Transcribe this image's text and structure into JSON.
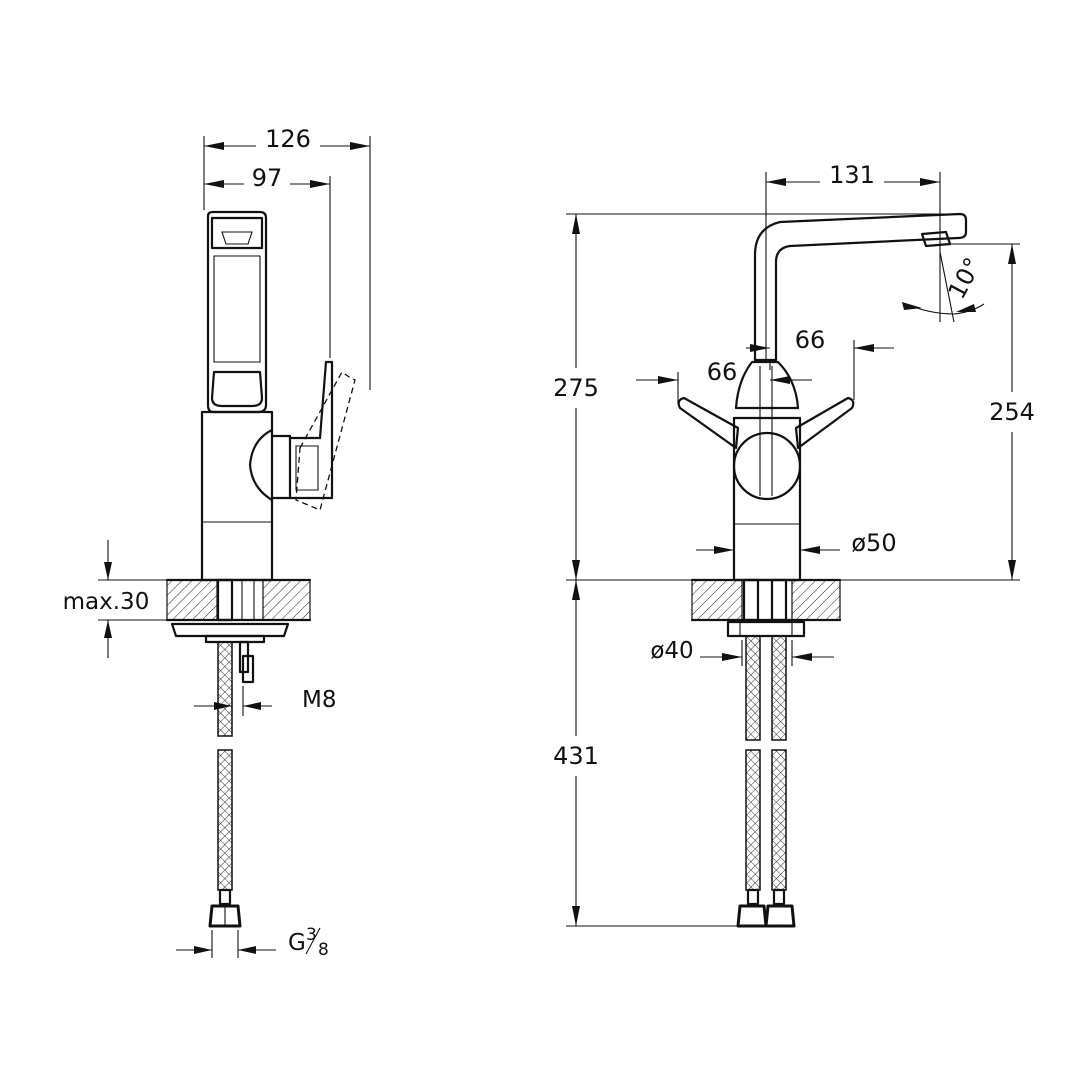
{
  "side_view": {
    "dim_width_total": "126",
    "dim_width_body": "97",
    "dim_max_deck": "max.30",
    "dim_bolt": "M8",
    "dim_connector_g": "G",
    "dim_connector_num": "3",
    "dim_connector_den": "8"
  },
  "front_view": {
    "dim_spout_reach": "131",
    "dim_height_total": "275",
    "dim_height_outlet": "254",
    "dim_angle": "10°",
    "dim_lever_right": "66",
    "dim_lever_left": "66",
    "dim_body_diameter": "ø50",
    "dim_hole_diameter": "ø40",
    "dim_hose_length": "431"
  }
}
